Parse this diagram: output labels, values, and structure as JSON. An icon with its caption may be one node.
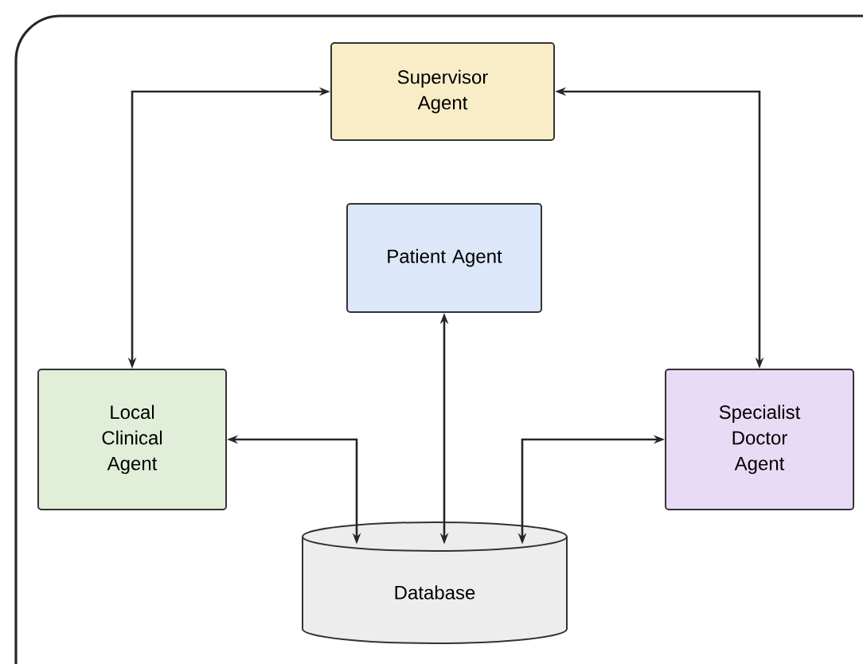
{
  "diagram": {
    "nodes": [
      {
        "text": [
          "Supervisor Agent"
        ]
      },
      {
        "text": [
          "Patient Agent"
        ]
      },
      {
        "text": [
          "Local Clinical Agent"
        ]
      },
      {
        "text": [
          "Specialist Doctor Agent"
        ]
      },
      {
        "text": [
          "Database"
        ]
      }
    ],
    "edges": [
      {
        "from": 0,
        "to": 2,
        "arrow": "both"
      },
      {
        "from": 0,
        "to": 3,
        "arrow": "both"
      },
      {
        "from": 1,
        "to": 4,
        "arrow": "both"
      },
      {
        "from": 2,
        "to": 4,
        "arrow": "both"
      },
      {
        "from": 3,
        "to": 4,
        "arrow": "both"
      }
    ]
  }
}
